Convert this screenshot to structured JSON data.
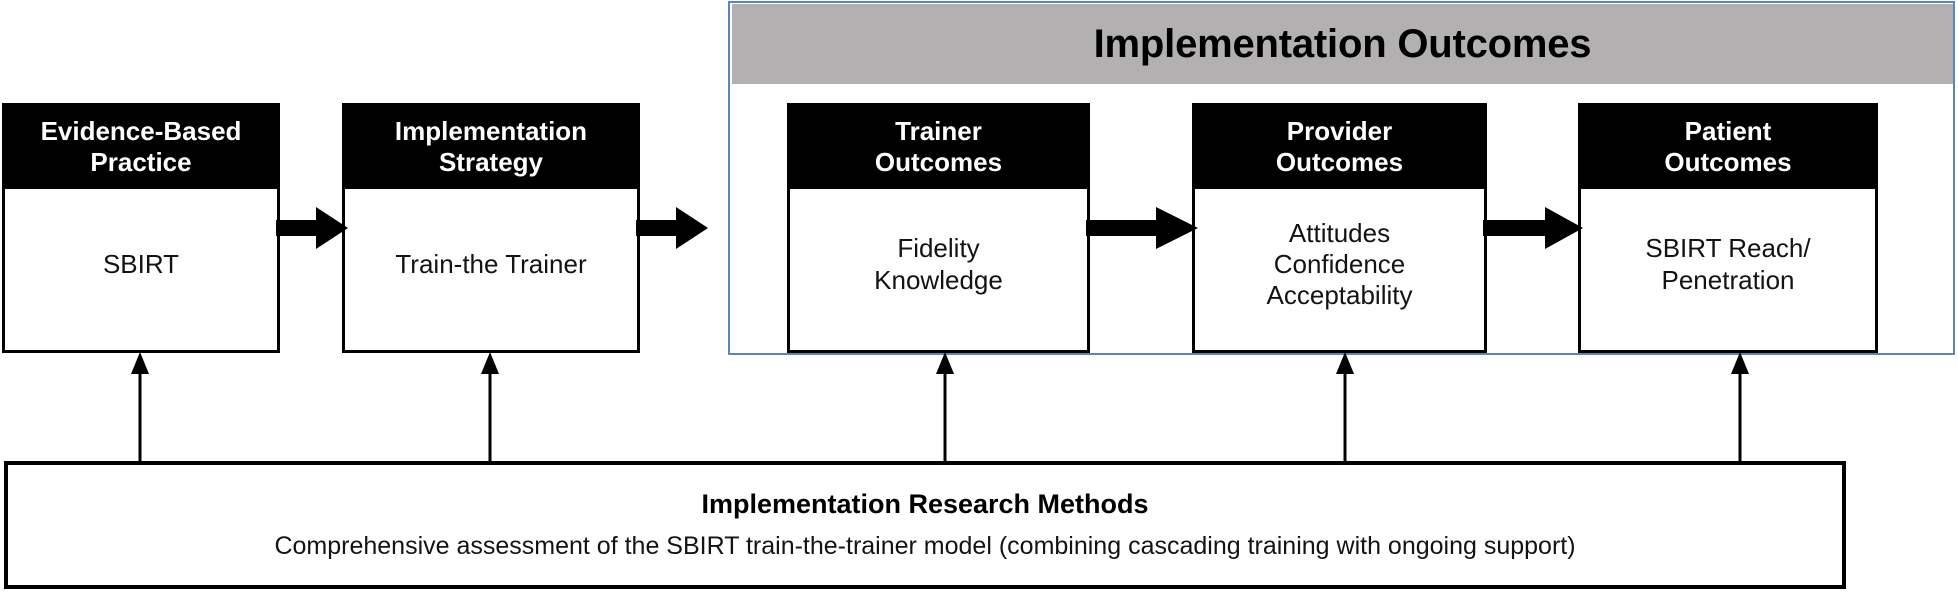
{
  "figure": {
    "type": "process-flow-diagram",
    "title": "SBIRT train-the-trainer implementation framework"
  },
  "panel": {
    "title": "Implementation Outcomes",
    "border_color": "#5b86b8",
    "header_bg": "#b2b0b0"
  },
  "boxes": [
    {
      "id": "evidence-based-practice",
      "header": "Evidence-Based\nPractice",
      "body": "SBIRT",
      "header_bg": "#000000",
      "header_color": "#ffffff"
    },
    {
      "id": "implementation-strategy",
      "header": "Implementation\nStrategy",
      "body": "Train-the Trainer",
      "header_bg": "#000000",
      "header_color": "#ffffff"
    },
    {
      "id": "trainer-outcomes",
      "header": "Trainer\nOutcomes",
      "body": "Fidelity\nKnowledge",
      "header_bg": "#000000",
      "header_color": "#ffffff"
    },
    {
      "id": "provider-outcomes",
      "header": "Provider\nOutcomes",
      "body": "Attitudes\nConfidence\nAcceptability",
      "header_bg": "#000000",
      "header_color": "#ffffff"
    },
    {
      "id": "patient-outcomes",
      "header": "Patient\nOutcomes",
      "body": "SBIRT Reach/\nPenetration",
      "header_bg": "#000000",
      "header_color": "#ffffff"
    }
  ],
  "methods": {
    "title": "Implementation Research Methods",
    "description": "Comprehensive assessment of the SBIRT train-the-trainer model (combining cascading training with ongoing support)"
  },
  "connectors": {
    "horizontal_arrow_icon": "right-arrow-icon",
    "vertical_arrow_icon": "up-arrow-icon",
    "arrow_color": "#000000",
    "horizontal_count": 4,
    "vertical_count": 5
  }
}
